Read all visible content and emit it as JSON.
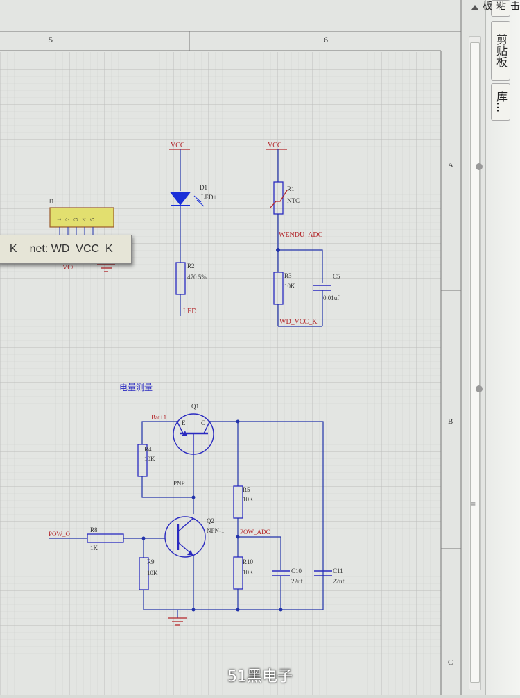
{
  "ruler": {
    "columns": [
      "5",
      "6"
    ],
    "rows": [
      "A",
      "B",
      "C"
    ]
  },
  "tooltip": {
    "prefix": "_K",
    "net_text": "net: WD_VCC_K"
  },
  "right_panel": {
    "tab_top": "击粘板",
    "tab_copy": "剪贴板",
    "tab_lib": "库...",
    "scroll_glyph": "≡"
  },
  "schematic": {
    "connector": {
      "ref": "J1",
      "pins": [
        "1",
        "2",
        "3",
        "4",
        "5"
      ]
    },
    "j1_power": {
      "vcc": "VCC"
    },
    "led_circuit": {
      "power": "VCC",
      "diode_ref": "D1",
      "diode_value": "LED+",
      "resistor_ref": "R2",
      "resistor_value": "470 5%",
      "net_out": "LED"
    },
    "ntc_circuit": {
      "power": "VCC",
      "ntc_ref": "R1",
      "ntc_value": "NTC",
      "net_adc": "WENDU_ADC",
      "resistor_ref": "R3",
      "resistor_value": "10K",
      "cap_ref": "C5",
      "cap_value": "0.01uf",
      "net_bottom": "WD_VCC_K"
    },
    "power_measure": {
      "title": "电量测量",
      "q1_ref": "Q1",
      "q1_e": "E",
      "q1_c": "C",
      "q1_type": "PNP",
      "bat_net": "Bat+1",
      "r4_ref": "R4",
      "r4_value": "10K",
      "r5_ref": "R5",
      "r5_value": "10K",
      "q2_ref": "Q2",
      "q2_type": "NPN-1",
      "pow_in": "POW_O",
      "r8_ref": "R8",
      "r8_value": "1K",
      "r9_ref": "R9",
      "r9_value": "10K",
      "pow_adc": "POW_ADC",
      "r10_ref": "R10",
      "r10_value": "10K",
      "c10_ref": "C10",
      "c10_value": "22uf",
      "c11_ref": "C11",
      "c11_value": "22uf"
    }
  },
  "watermark": "51黑电子",
  "colors": {
    "wire": "#2233aa",
    "net_label": "#b3262a",
    "component": "#2a2ac0",
    "led_fill": "#1a2fd8",
    "connector_fill": "#e2df6f",
    "grid": "#c9cac8",
    "sheet_bg": "#e3e5e2"
  }
}
